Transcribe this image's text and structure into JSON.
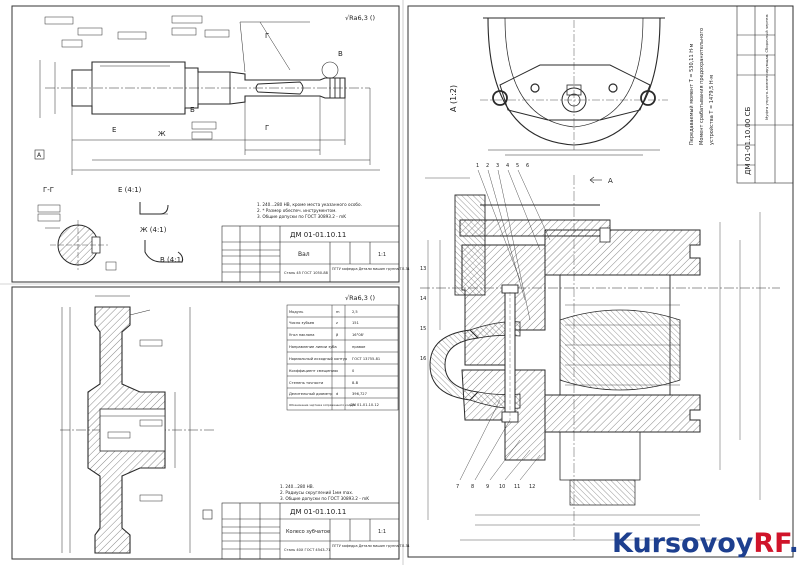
{
  "shaft_sheet": {
    "roughness": "√Ra6,3 ()",
    "designation": "ДМ 01-01.10.11",
    "title": "Вал",
    "material": "Сталь 45 ГОСТ 1050-88",
    "scale": "1:1",
    "sections": [
      "Г-Г",
      "Е (4:1)",
      "Ж (4:1)",
      "В (4:1)"
    ],
    "view_letters": [
      "Г",
      "Г",
      "В",
      "Е",
      "Ж",
      "Б",
      "А"
    ],
    "notes": [
      "1. 240...280 HB, кроме места указанного особо.",
      "2. * Размер обеспеч. инструментом.",
      "3. Общие допуски по ГОСТ 30893.2 - mK"
    ],
    "org": "ПГТУ кафедра Детали машин группа ТЛ-31"
  },
  "wheel_sheet": {
    "roughness": "√Ra6,3 ()",
    "designation": "ДМ 01-01.10.11",
    "title": "Колесо зубчатое",
    "material": "Сталь 40Х ГОСТ 4543-71",
    "scale": "1:1",
    "params": [
      [
        "Модуль",
        "m",
        "2,5"
      ],
      [
        "Число зубьев",
        "z",
        "151"
      ],
      [
        "Угол наклона",
        "β",
        "16°08'"
      ],
      [
        "Направление линии зуба",
        "",
        "правое"
      ],
      [
        "Нормальный исходный контур",
        "",
        "ГОСТ 13755-81"
      ],
      [
        "Коэффициент смещения",
        "x",
        "0"
      ],
      [
        "Степень точности",
        "",
        "8-В"
      ],
      [
        "Делительный диаметр",
        "d",
        "396,727"
      ],
      [
        "Обозначение чертежа сопряженного колеса",
        "",
        "ДМ 01-01.10.12"
      ]
    ],
    "notes": [
      "1. 240...280 HB.",
      "2. Радиусы скруглений 1мм max.",
      "3. Общие допуски по ГОСТ 30893.2 - mK"
    ],
    "org": "ПГТУ кафедра Детали машин группа ТЛ-31"
  },
  "assembly_sheet": {
    "designation": "ДМ 01-01.10.00 СБ",
    "title": "Муфта упруго-компенсирующая. Сборочный чертеж",
    "view_label": "А (1:2)",
    "arrow_label": "А",
    "notes": [
      "Передаваемый момент T = 530,11 Н·м",
      "Момент срабатывания предохранительного",
      "устройства T = 1479,5 Н·м"
    ],
    "part_numbers": [
      "1",
      "2",
      "3",
      "4",
      "5",
      "6",
      "7",
      "8",
      "9",
      "10",
      "11",
      "12",
      "13",
      "14",
      "15",
      "16"
    ]
  },
  "watermark": {
    "part1": "Kursovoy",
    "part2": "RF",
    "part3": ".ru"
  },
  "colors": {
    "line": "#2a2a2a",
    "hatch": "#555555",
    "watermark_blue": "#1d3f8f",
    "watermark_red": "#d0142a"
  }
}
